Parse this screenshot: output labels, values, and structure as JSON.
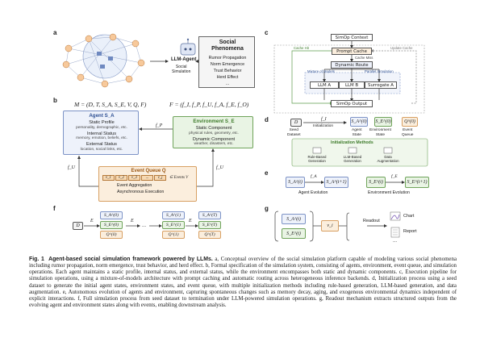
{
  "panel_labels": {
    "a": "a",
    "b": "b",
    "c": "c",
    "d": "d",
    "e": "e",
    "f": "f",
    "g": "g"
  },
  "panel_a": {
    "agent_label": "LLM-Agent",
    "sim_label": "Social\nSimulation",
    "phenomena_title": "Social\nPhenomena",
    "phenomena": [
      "Rumor Propagation",
      "Norm Emergence",
      "Trust Behavior",
      "Herd Effect",
      "..."
    ]
  },
  "panel_b": {
    "formula_left": "M = (D, T, S_A, S_E, V, Q, F)",
    "formula_right": "F = (f_I, f_P, f_U, f_A, f_E, f_O)",
    "agent_title": "Agent S_A",
    "agent_items": [
      {
        "h": "Static Profile",
        "s": "personality, demographic, etc."
      },
      {
        "h": "Internal Status",
        "s": "memory, emotion, beliefs, etc."
      },
      {
        "h": "External Status",
        "s": "location, social links, etc."
      }
    ],
    "env_title": "Environment S_E",
    "env_items": [
      {
        "h": "Static Component",
        "s": "physical rules, geometry, etc."
      },
      {
        "h": "Dynamic Component",
        "s": "weather, disasters, etc."
      }
    ],
    "fp": "f_P",
    "fu_left": "f_U",
    "fu_right": "f_U",
    "queue_title": "Event Queue Q",
    "queue_cells": [
      "v_1",
      "v_2",
      "v_3",
      "...",
      "v_j"
    ],
    "queue_events": "∈ Events V",
    "queue_items": [
      "Event Aggregation",
      "Asynchronous Execution"
    ]
  },
  "panel_c": {
    "context": "SimOp Context",
    "cache_hit": "Cache Hit",
    "update_cache": "Update Cache",
    "cache": "Prompt Cache",
    "cache_miss": "Cache Miss",
    "route": "Dynamic Route",
    "mixture": "Mixture of Models",
    "parallel": "Parallel Simulation",
    "llm_a": "LLM A",
    "llm_b": "LLM B",
    "surrogate": "Surrogate A",
    "output": "SimOp Output"
  },
  "panel_d": {
    "seed": "D",
    "seed_label": "Seed\nDataset",
    "fi": "f_I",
    "init_label": "Initialization",
    "agent": "S_A^(0)",
    "agent_label": "Agent\nState",
    "env": "S_E^(0)",
    "env_label": "Environment\nState",
    "queue": "Q^(0)",
    "queue_label": "Event\nQueue",
    "methods_title": "Initialization Methods",
    "methods": [
      "Rule-Based\nGeneration",
      "LLM-Based\nGeneration",
      "Data\nAugmentation"
    ]
  },
  "panel_e": {
    "a_from": "S_A^(t)",
    "fa": "f_A",
    "a_to": "S_A^(t+1)",
    "a_label": "Agent Evolution",
    "e_from": "S_E^(t)",
    "fe": "f_E",
    "e_to": "S_E^(t+1)",
    "e_label": "Environment Evolution"
  },
  "panel_f": {
    "d": "D",
    "e": "E",
    "dots": "...",
    "cols": [
      [
        "S_A^(0)",
        "S_E^(0)",
        "Q^(0)"
      ],
      [
        "S_A^(1)",
        "S_E^(1)",
        "Q^(1)"
      ],
      [
        "S_A^(T)",
        "S_E^(T)",
        "Q^(T)"
      ]
    ]
  },
  "panel_g": {
    "sa": "S_A^(t)",
    "se": "S_E^(t)",
    "vi": "v_i",
    "readout": "Readout",
    "chart": "Chart",
    "report": "Report",
    "dots": "..."
  },
  "caption": {
    "fig": "Fig. 1",
    "title": "Agent-based social simulation framework powered by LLMs.",
    "body": " a, Conceptual overview of the social simulation platform capable of modeling various social phenomena including rumor propagation, norm emergence, trust behavior, and herd effect. b, Formal specification of the simulation system, consisting of agents, environment, event queue, and simulation operations. Each agent maintains a static profile, internal status, and external status, while the environment encompasses both static and dynamic components. c, Execution pipeline for simulation operations, using a mixture-of-models architecture with prompt caching and automatic routing across heterogeneous inference backends. d, Initialization process using a seed dataset to generate the initial agent states, environment states, and event queue, with multiple initialization methods including rule-based generation, LLM-based generation, and data augmentation. e, Autonomous evolution of agents and environment, capturing spontaneous changes such as memory decay, aging, and exogenous environmental dynamics independent of explicit interactions. f, Full simulation process from seed dataset to termination under LLM-powered simulation operations. g, Readout mechanism extracts structured outputs from the evolving agent and environment states along with events, enabling downstream analysis."
  },
  "colors": {
    "agent": "#eef2fb",
    "env": "#e9f4e4",
    "queue": "#fbeedd",
    "blue": "#3d6fb8",
    "green": "#4f8a3c",
    "orange": "#d47b1f"
  }
}
